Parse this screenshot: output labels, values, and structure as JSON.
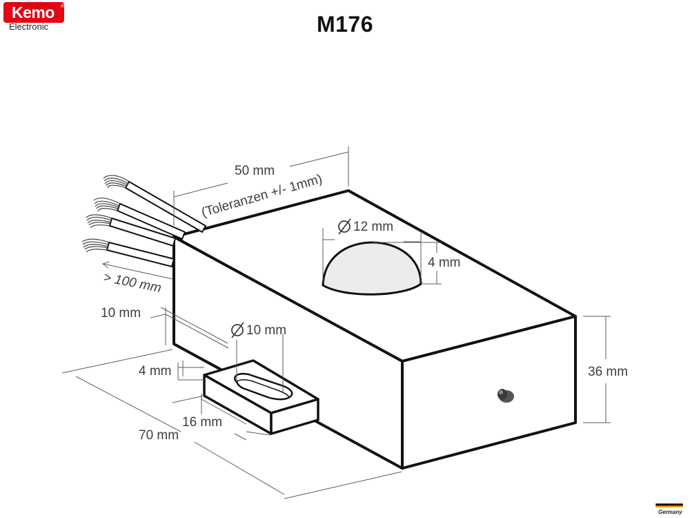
{
  "brand": {
    "name": "Kemo",
    "subtitle": "Electronic",
    "registered": "®"
  },
  "title": "M176",
  "dimensions": {
    "length_top": "50 mm",
    "tolerance": "(Toleranzen +/- 1mm)",
    "lens_diameter": "12 mm",
    "lens_height": "4 mm",
    "cable_length": "> 100 mm",
    "tab_width": "10 mm",
    "hole_diameter": "10 mm",
    "tab_height": "4 mm",
    "tab_length": "16 mm",
    "total_length": "70 mm",
    "height": "36 mm"
  },
  "footer": {
    "origin": "Germany"
  },
  "colors": {
    "brand_red": "#e30613",
    "line": "#111111",
    "dimension_line": "#5a5a5a",
    "lens_fill": "#e8e8e8"
  }
}
